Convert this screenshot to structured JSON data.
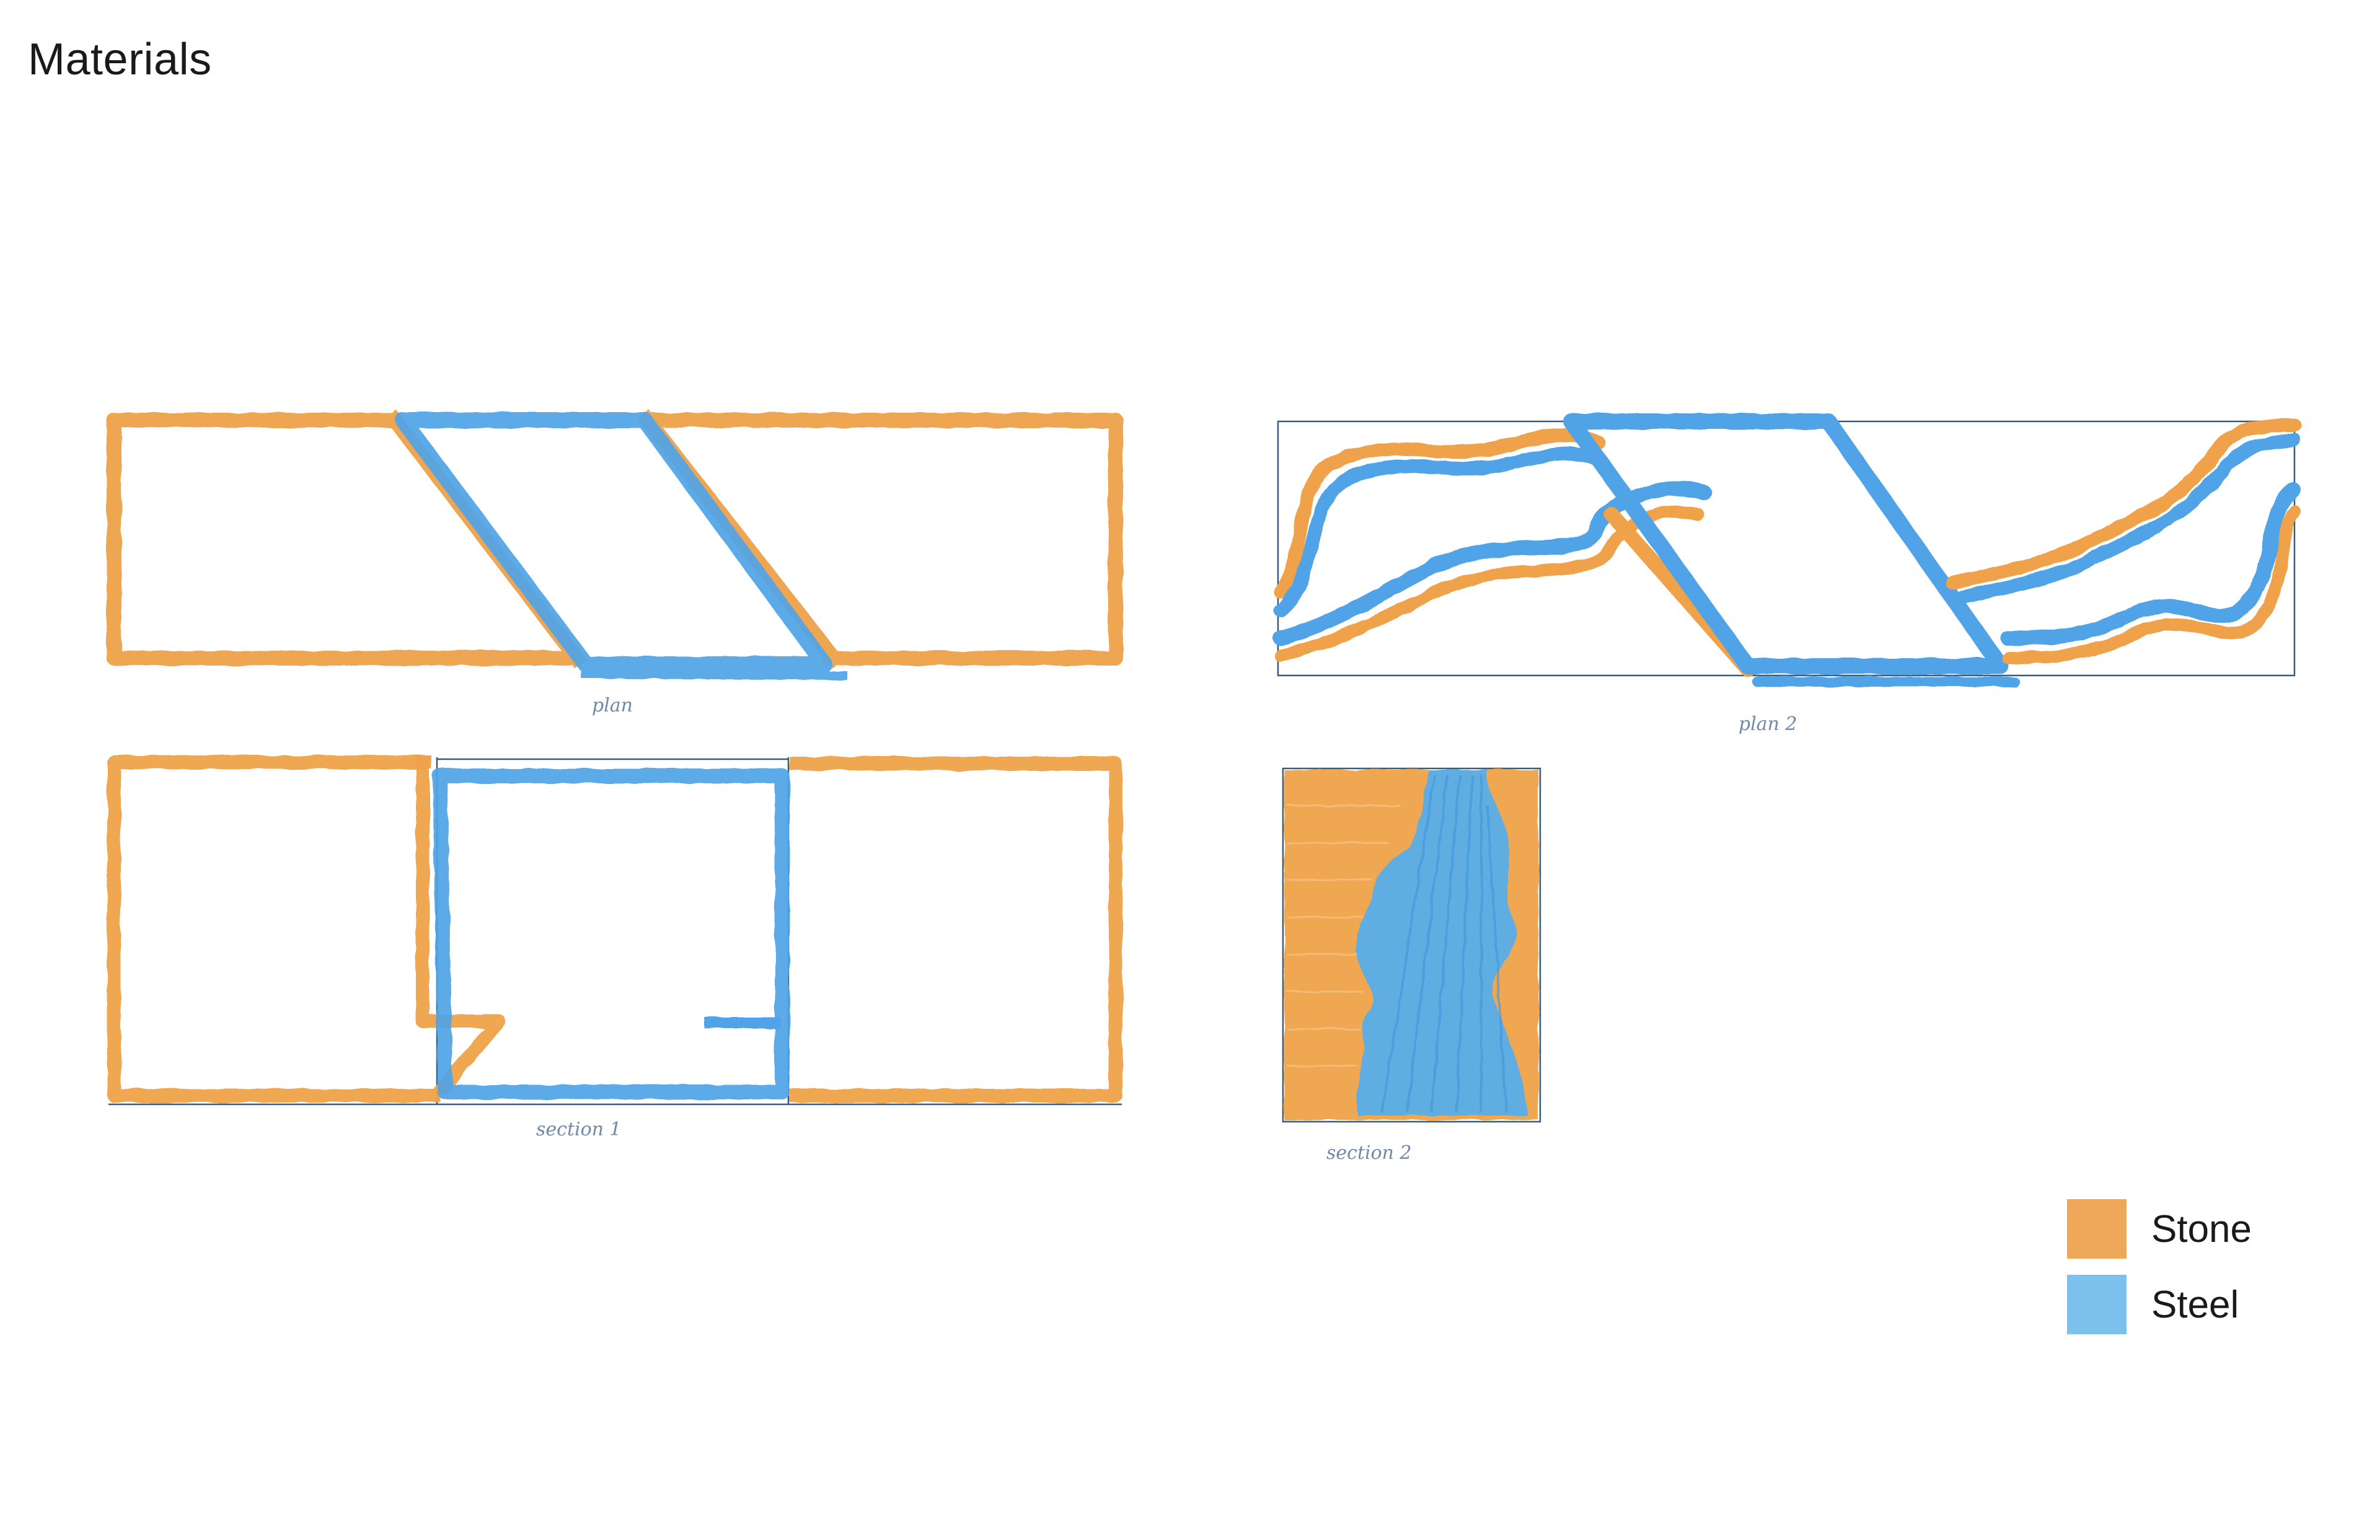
{
  "title": "Materials",
  "sketches": {
    "plan_1": "plan",
    "plan_2": "plan 2",
    "section_1": "section  1",
    "section_2": "section  2"
  },
  "colors": {
    "stone": "#EFA24A",
    "steel": "#4FA3E6",
    "pencil": "#3a5a7a"
  },
  "legend": [
    {
      "label": "Stone",
      "color": "#EFA85A"
    },
    {
      "label": "Steel",
      "color": "#7CC0EE"
    }
  ]
}
